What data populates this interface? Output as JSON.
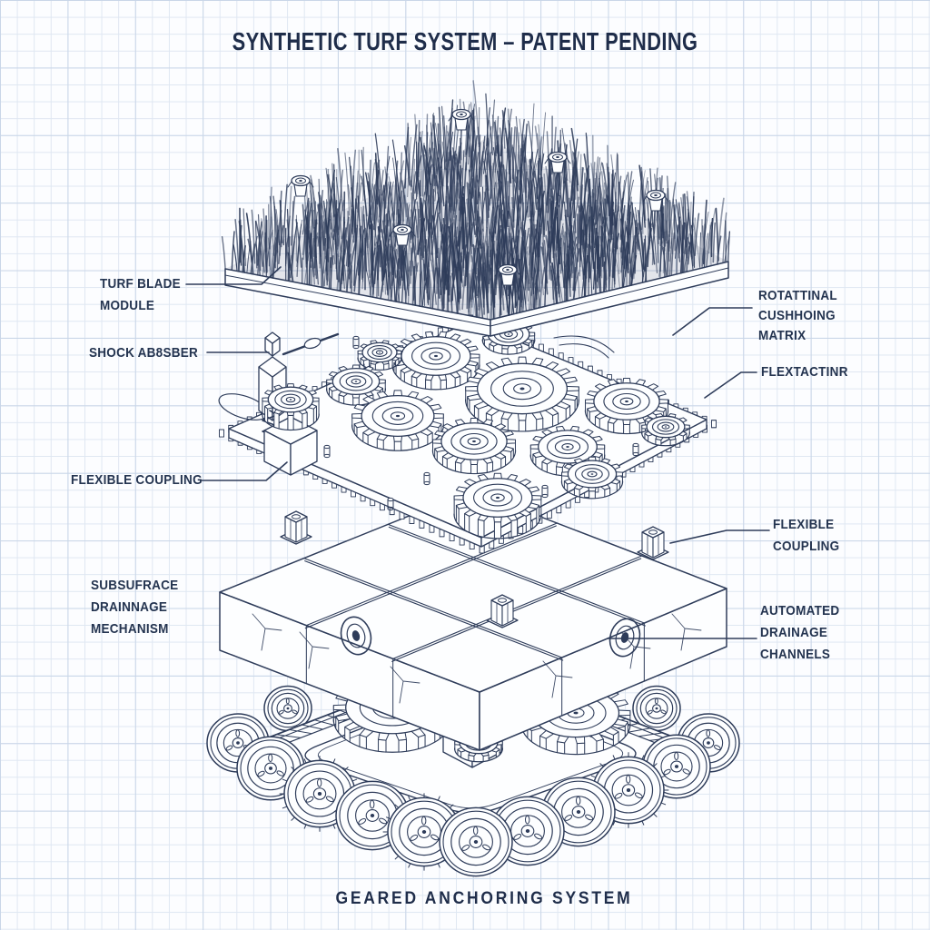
{
  "title": "SYNTHETIC TURF SYSTEM – PATENT PENDING",
  "footer_label": "GEARED ANCHORING SYSTEM",
  "callouts": {
    "left": [
      {
        "id": "turf-blade-module",
        "lines": [
          "TURF BLADE",
          "MODULE"
        ]
      },
      {
        "id": "shock-absorber",
        "lines": [
          "SHOCK AB8SBER"
        ]
      },
      {
        "id": "flexible-coupling-left",
        "lines": [
          "FLEXIBLE COUPLING"
        ]
      },
      {
        "id": "subsurface-drainage-mechanism",
        "lines": [
          "SUBSUFRACE",
          "DRAINNAGE",
          "MECHANISM"
        ]
      }
    ],
    "right": [
      {
        "id": "rotational-cushioning-matrix",
        "lines": [
          "ROTATTINAL",
          "CUSHHOING",
          "MATRIX"
        ]
      },
      {
        "id": "flextactinr",
        "lines": [
          "FLEXTACTINR"
        ]
      },
      {
        "id": "flexible-coupling-right",
        "lines": [
          "FLEXIBLE",
          "COUPLING"
        ]
      },
      {
        "id": "automated-drainage-channels",
        "lines": [
          "AUTOMATED",
          "DRAINAGE",
          "CHANNELS"
        ]
      }
    ]
  },
  "diagram": {
    "style": "blueprint-line-art-on-graph-paper",
    "layers": [
      "turf-blade-module",
      "rotational-cushioning-gear-matrix",
      "subsurface-drainage-tiles",
      "geared-anchoring-track-base"
    ]
  },
  "colors": {
    "ink": "#2e3c5a",
    "text": "#1f2d4a",
    "paper": "#fcfdff",
    "grid_minor": "#dfe7f2",
    "grid_major": "#c9d6e8"
  }
}
